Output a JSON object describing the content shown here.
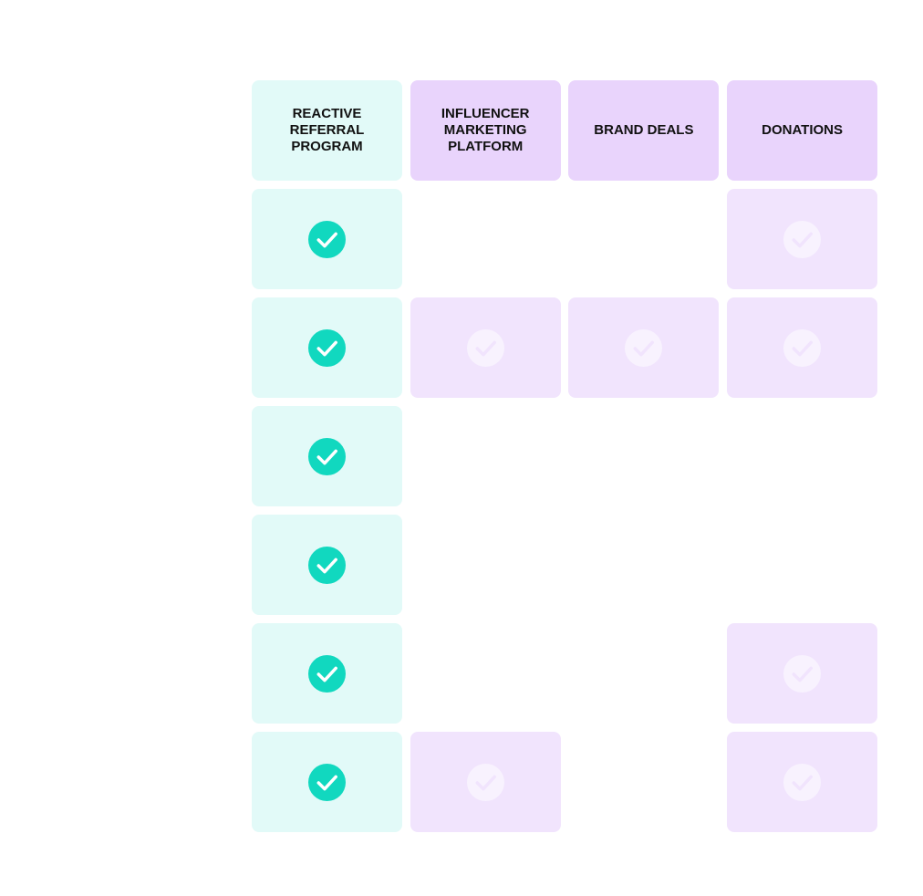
{
  "colors": {
    "primary_bg": "#E2FAF8",
    "primary_check": "#11D8BF",
    "header_other": "#E9D4FC",
    "cell_other": "#F1E4FD",
    "check_other": "#F8F2FE"
  },
  "columns": [
    {
      "id": "reactive",
      "label": "REACTIVE\nREFERRAL\nPROGRAM",
      "primary": true
    },
    {
      "id": "influencer",
      "label": "INFLUENCER\nMARKETING\nPLATFORM",
      "primary": false
    },
    {
      "id": "brand",
      "label": "BRAND DEALS",
      "primary": false
    },
    {
      "id": "donations",
      "label": "DONATIONS",
      "primary": false
    }
  ],
  "rows": [
    [
      true,
      false,
      false,
      true
    ],
    [
      true,
      true,
      true,
      true
    ],
    [
      true,
      false,
      false,
      false
    ],
    [
      true,
      false,
      false,
      false
    ],
    [
      true,
      false,
      false,
      true
    ],
    [
      true,
      true,
      false,
      true
    ]
  ]
}
